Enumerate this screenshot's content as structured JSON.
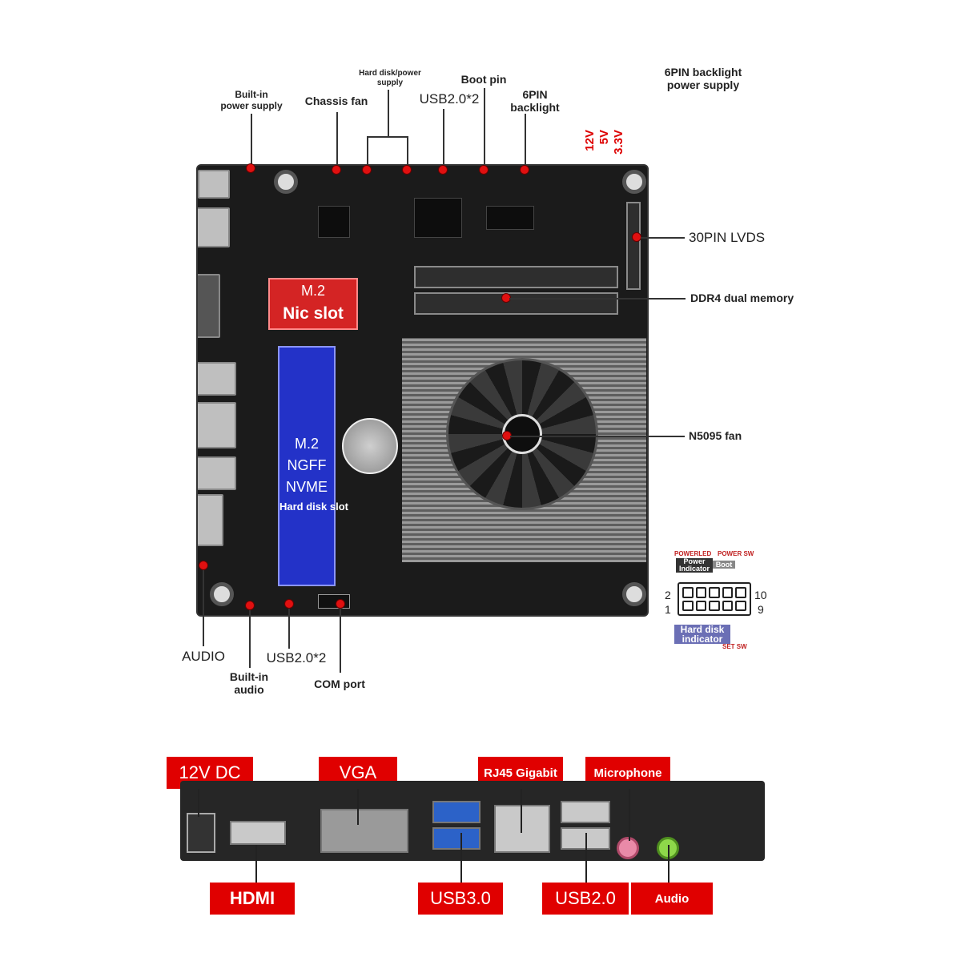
{
  "top_labels": {
    "builtin_power": "Built-in\npower supply",
    "chassis_fan": "Chassis fan",
    "hdd_power": "Hard disk/power\nsupply",
    "usb_top": "USB2.0*2",
    "boot_pin": "Boot pin",
    "backlight_6pin": "6PIN\nbacklight",
    "backlight_supply": "6PIN backlight\npower supply",
    "volt_33": "3.3V",
    "volt_5": "5V",
    "volt_12": "12V"
  },
  "right_labels": {
    "lvds": "30PIN LVDS",
    "ddr4": "DDR4 dual memory",
    "fan": "N5095 fan"
  },
  "board_text": {
    "nic_line1": "M.2",
    "nic_line2": "Nic slot",
    "ngff_line1": "M.2",
    "ngff_line2": "NGFF",
    "ngff_line3": "NVME",
    "ngff_line4": "Hard disk slot"
  },
  "bottom_labels": {
    "audio": "AUDIO",
    "builtin_audio": "Built-in\naudio",
    "usb_bottom": "USB2.0*2",
    "com_port": "COM port"
  },
  "panel_header": {
    "power_led": "POWERLED",
    "power_sw": "POWER SW",
    "power_indicator": "Power\nIndicator",
    "boot": "Boot",
    "pin2": "2",
    "pin1": "1",
    "pin10": "10",
    "pin9": "9",
    "hdd_indicator": "Hard disk\nindicator",
    "reset_sw": "SET SW"
  },
  "io_labels": {
    "dc": "12V DC",
    "vga": "VGA",
    "rj45": "RJ45 Gigabit",
    "mic": "Microphone",
    "hdmi": "HDMI",
    "usb3": "USB3.0",
    "usb2": "USB2.0",
    "audio": "Audio"
  },
  "colors": {
    "accent_red": "#e00000",
    "nic_red": "#d42424",
    "nvme_blue": "#2332c8"
  }
}
